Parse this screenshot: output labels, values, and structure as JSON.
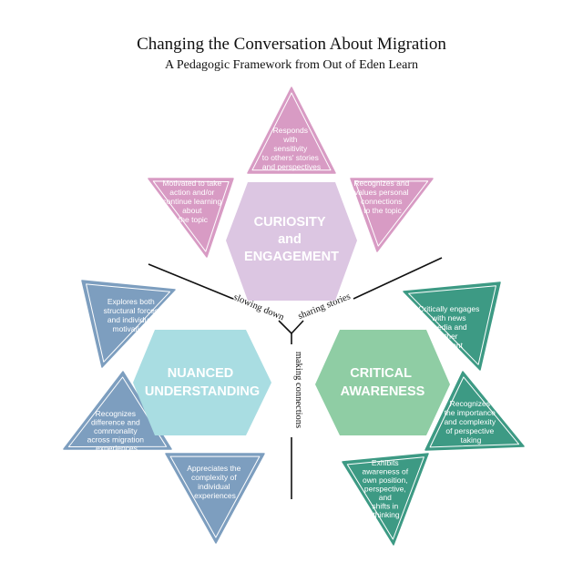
{
  "header": {
    "title": "Changing the Conversation About Migration",
    "subtitle": "A Pedagogic Framework from Out of Eden Learn"
  },
  "colors": {
    "pink_tri": "#d89bc4",
    "lilac_hex": "#dcc6e2",
    "blue_tri": "#7d9ebf",
    "cyan_hex": "#a9dde2",
    "teal_tri": "#3d9a84",
    "green_hex": "#8fcda4"
  },
  "clusters": {
    "curiosity": {
      "hex_lines": [
        "CURIOSITY",
        "and",
        "ENGAGEMENT"
      ],
      "triangles": [
        [
          "Motivated to take",
          "action and/or",
          "continue learning",
          "about",
          "the topic"
        ],
        [
          "Responds",
          "with",
          "sensitivity",
          "to others' stories",
          "and perspectives"
        ],
        [
          "Recognizes and",
          "values personal",
          "connections",
          "to the topic"
        ]
      ]
    },
    "nuanced": {
      "hex_lines": [
        "NUANCED",
        "UNDERSTANDING"
      ],
      "triangles": [
        [
          "Explores both",
          "structural forces",
          "and individual",
          "motivations"
        ],
        [
          "Recognizes",
          "difference and",
          "commonality",
          "across migration",
          "experiences"
        ],
        [
          "Appreciates the",
          "complexity of",
          "individual",
          "experiences"
        ]
      ]
    },
    "critical": {
      "hex_lines": [
        "CRITICAL",
        "AWARENESS"
      ],
      "triangles": [
        [
          "Critically engages",
          "with news",
          "media and",
          "other",
          "content"
        ],
        [
          "Recognizes",
          "the importance",
          "and complexity",
          "of perspective",
          "taking"
        ],
        [
          "Exhibits",
          "awareness of",
          "own position,",
          "perspective,",
          "and",
          "shifts in",
          "thinking"
        ]
      ]
    }
  },
  "axes": {
    "slowing_down": "slowing down",
    "sharing_stories": "sharing stories",
    "making_connections": "making connections"
  }
}
